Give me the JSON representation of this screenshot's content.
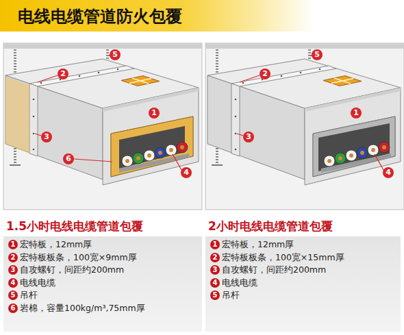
{
  "diagram": {
    "title": "电线电缆管道防火包覆",
    "nodes": [
      {
        "text": [
          "1.5小时电线电缆管道包覆",
          "宏特板，12mm厚",
          "宏特板板条，100宽×9mm厚",
          "自攻螺钉，间距约200mm",
          "电线电缆",
          "吊杆",
          "岩棉，容量100kg/m³,75mm厚"
        ]
      },
      {
        "text": [
          "2小时电线电缆管道包覆",
          "宏特板，12mm厚",
          "宏特板板条，100宽×15mm厚",
          "自攻螺钉，间距约200mm",
          "电线电缆",
          "吊杆"
        ]
      }
    ],
    "labels": [
      "5",
      "2",
      "1",
      "3",
      "6",
      "4",
      "5",
      "2",
      "1",
      "3",
      "4",
      "1",
      "2",
      "3",
      "4",
      "5",
      "6",
      "1",
      "2",
      "3",
      "4",
      "5"
    ]
  }
}
